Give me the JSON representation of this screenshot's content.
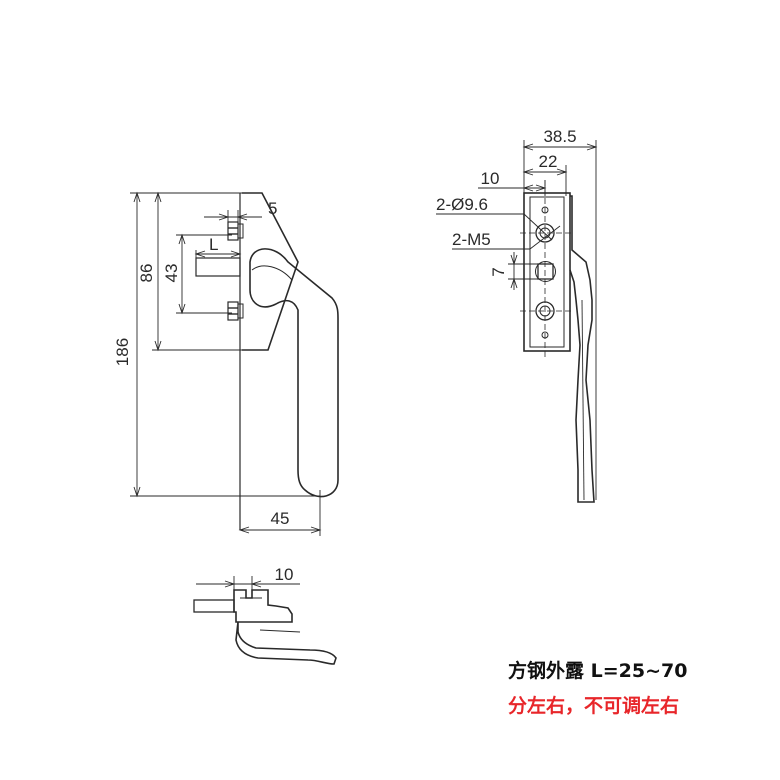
{
  "front_view": {
    "dim_186": "186",
    "dim_86": "86",
    "dim_43": "43",
    "dim_5": "5",
    "dim_L": "L",
    "dim_45": "45"
  },
  "side_view": {
    "dim_38_5": "38.5",
    "dim_22": "22",
    "dim_10": "10",
    "dim_hole": "2-Ø9.6",
    "dim_thread": "2-M5",
    "dim_7": "7"
  },
  "bottom_view": {
    "dim_10": "10"
  },
  "notes": {
    "line1": "方钢外露 L=25~70",
    "line2": "分左右，不可调左右",
    "line1_color": "#111111",
    "line2_color": "#e8262a"
  }
}
